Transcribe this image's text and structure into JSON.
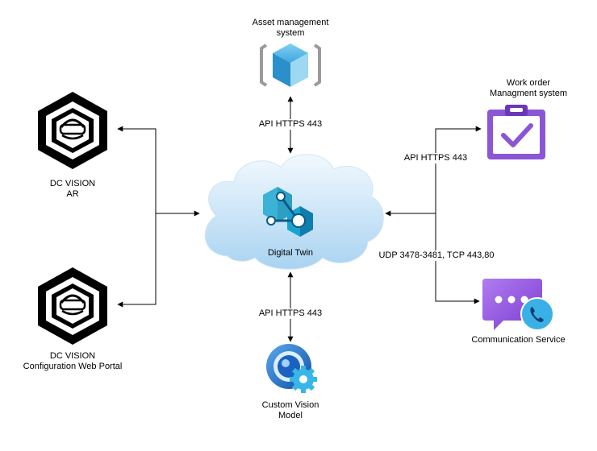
{
  "nodes": {
    "asset": {
      "line1": "Asset management",
      "line2": "system",
      "icon": "cube-icon"
    },
    "workorder": {
      "line1": "Work order",
      "line2": "Managment system",
      "icon": "clipboard-check-icon"
    },
    "dcvision_ar": {
      "line1": "DC VISION",
      "line2": "AR",
      "icon": "vr-headset-hex-icon"
    },
    "dcvision_portal": {
      "line1": "DC VISION",
      "line2": "Configuration Web Portal",
      "icon": "vr-headset-hex-icon"
    },
    "digital_twin": {
      "label": "Digital Twin",
      "icon": "digital-twin-icon"
    },
    "custom_vision": {
      "line1": "Custom Vision",
      "line2": "Model",
      "icon": "eye-gear-icon"
    },
    "communication": {
      "label": "Communication Service",
      "icon": "chat-phone-icon"
    }
  },
  "edges": {
    "asset": "API HTTPS 443",
    "workorder": "API HTTPS 443",
    "custom_vision": "API HTTPS 443",
    "communication": "UDP 3478-3481, TCP 443,80"
  },
  "colors": {
    "cloud_top": "#eef7fd",
    "cloud_bottom": "#aed6f2",
    "twin_teal": "#2fa8c9",
    "twin_blue": "#0c5e8e",
    "purple": "#8b55d6",
    "cube_blue": "#5cb3e0",
    "vision_blue": "#1d6fcf"
  }
}
